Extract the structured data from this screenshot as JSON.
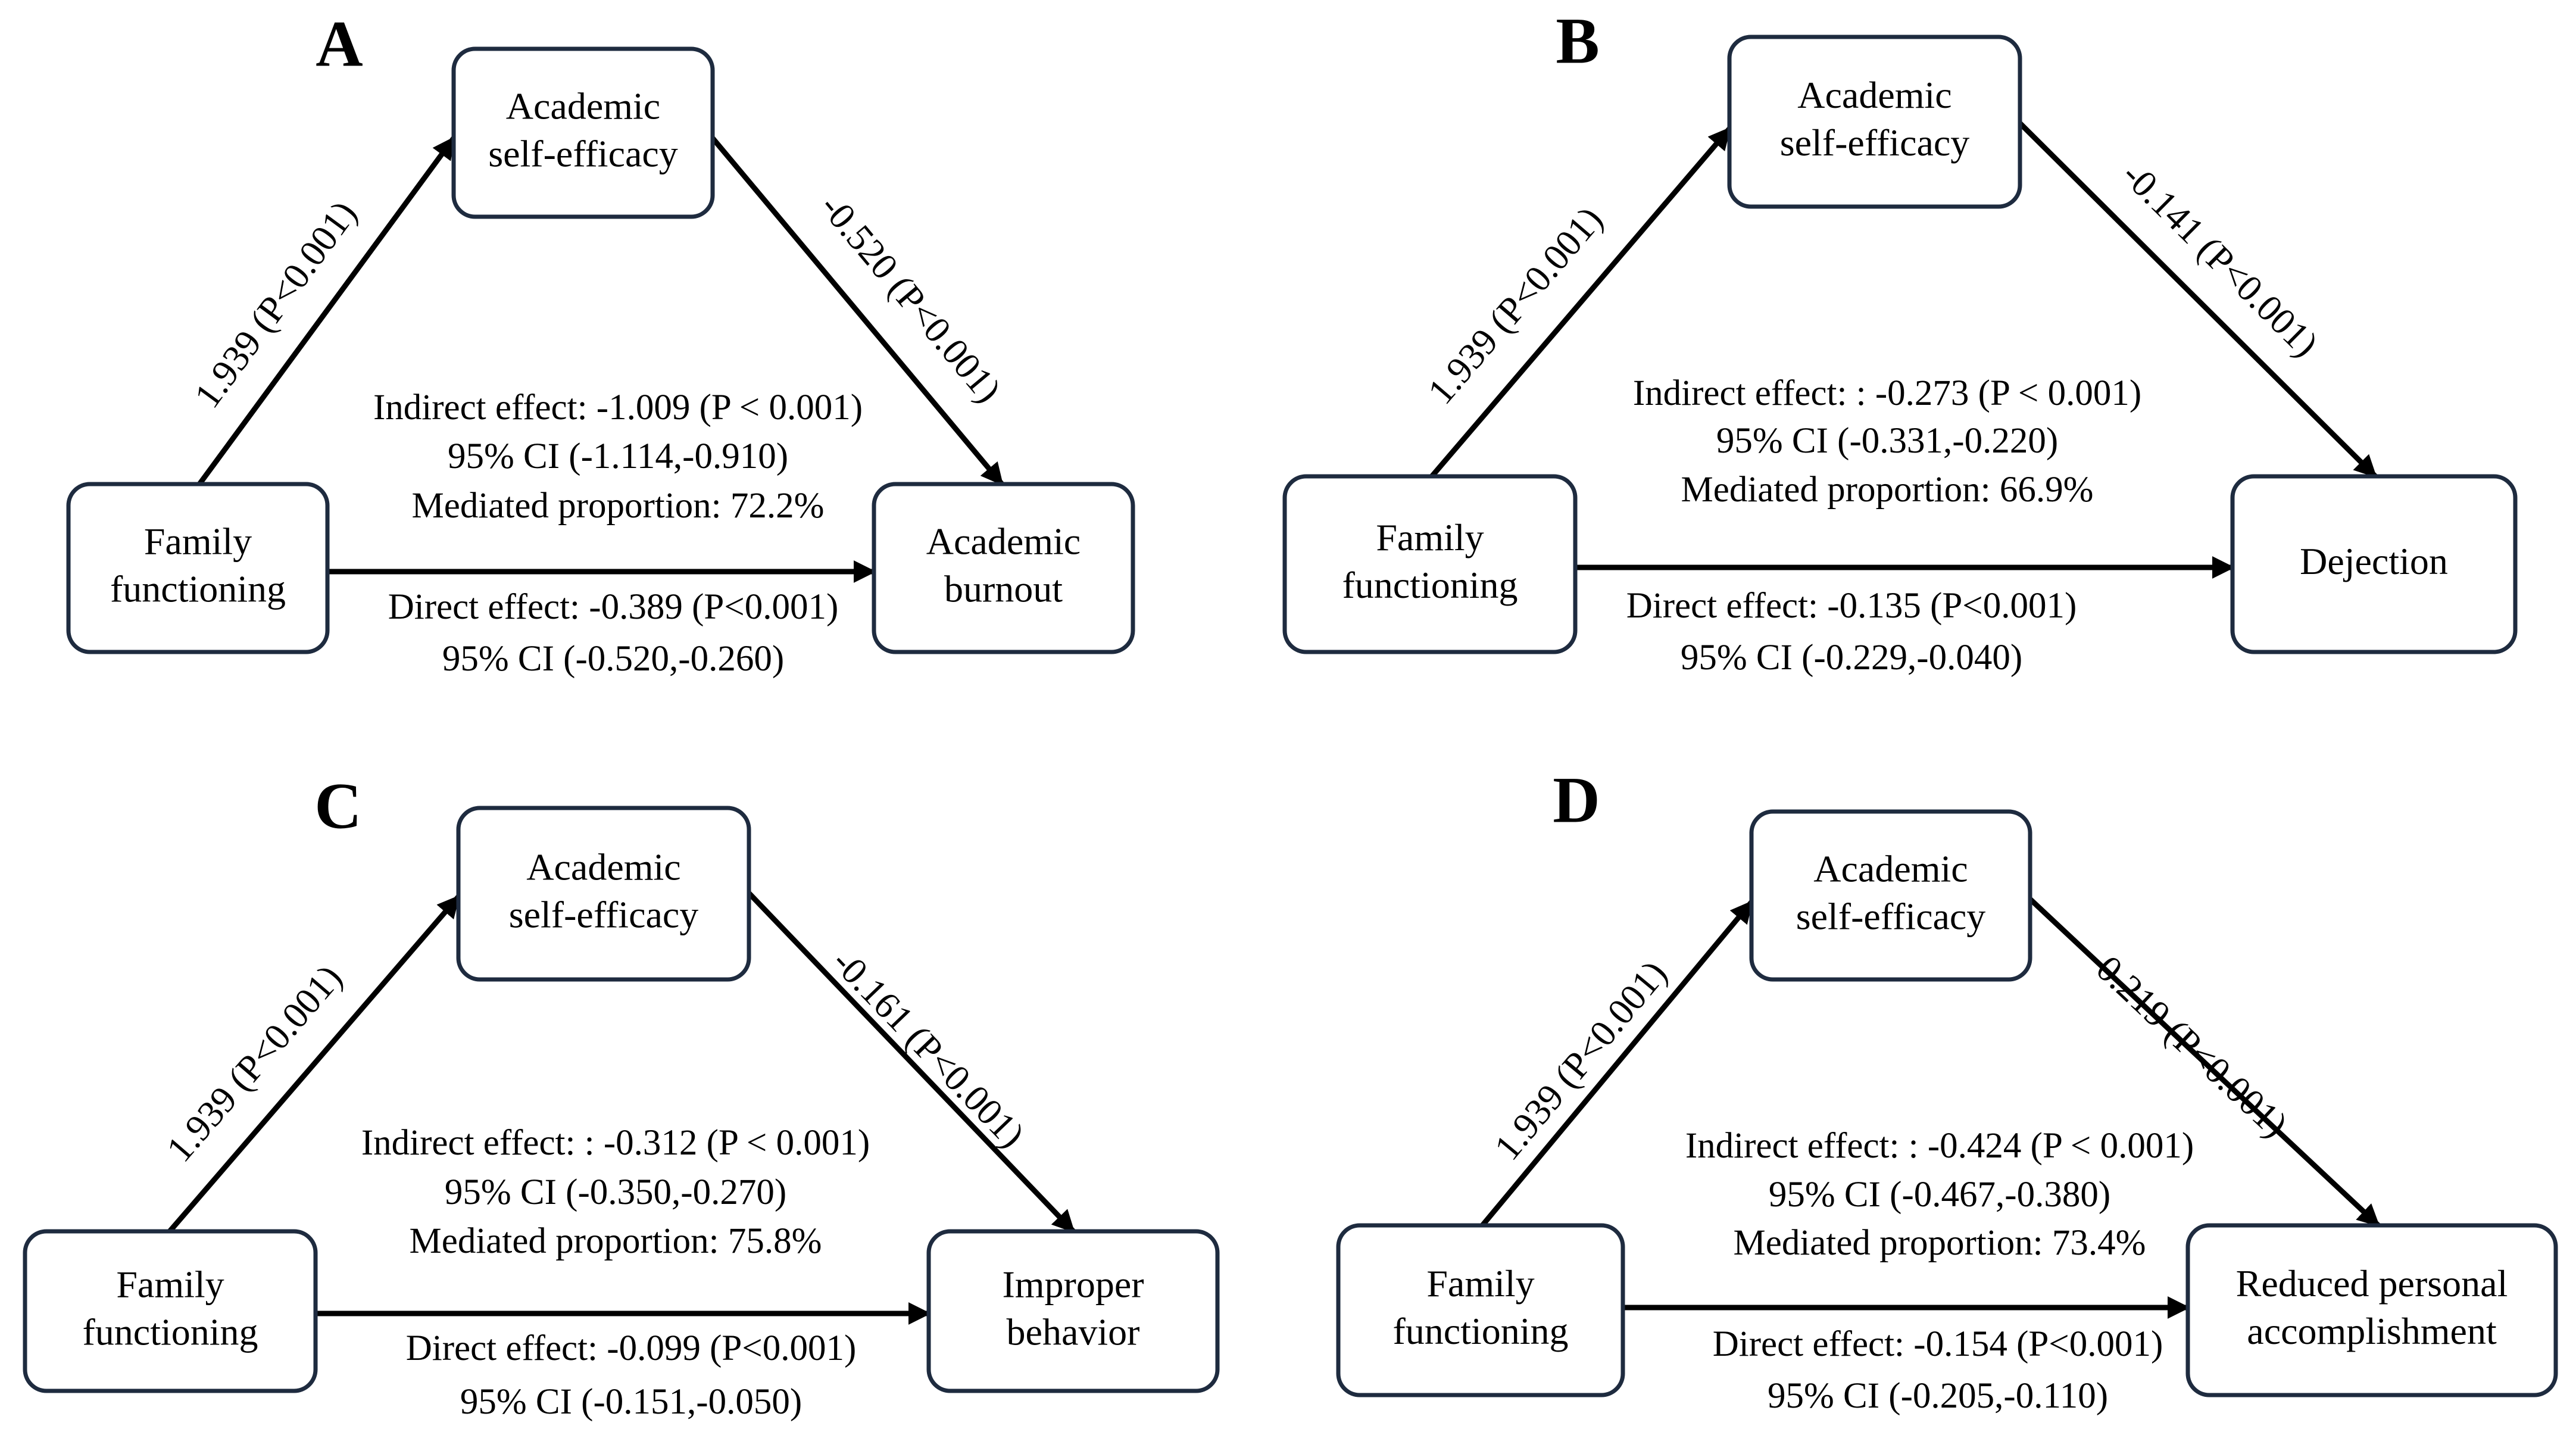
{
  "panels": [
    {
      "letter": "A",
      "mediator": [
        "Academic",
        "self-efficacy"
      ],
      "predictor": [
        "Family",
        "functioning"
      ],
      "outcome": [
        "Academic",
        "burnout"
      ],
      "path_a": "1.939 (P<0.001)",
      "path_b": "-0.520 (P<0.001)",
      "indirect": [
        "Indirect effect: -1.009 (P < 0.001)",
        "95% CI (-1.114,-0.910)",
        "Mediated proportion: 72.2%"
      ],
      "direct": [
        "Direct effect: -0.389 (P<0.001)",
        "95% CI (-0.520,-0.260)"
      ]
    },
    {
      "letter": "B",
      "mediator": [
        "Academic",
        "self-efficacy"
      ],
      "predictor": [
        "Family",
        "functioning"
      ],
      "outcome": [
        "Dejection"
      ],
      "path_a": "1.939 (P<0.001)",
      "path_b": "-0.141 (P<0.001)",
      "indirect": [
        "Indirect effect: : -0.273 (P < 0.001)",
        "95% CI (-0.331,-0.220)",
        "Mediated proportion: 66.9%"
      ],
      "direct": [
        "Direct effect: -0.135 (P<0.001)",
        "95% CI (-0.229,-0.040)"
      ]
    },
    {
      "letter": "C",
      "mediator": [
        "Academic",
        "self-efficacy"
      ],
      "predictor": [
        "Family",
        "functioning"
      ],
      "outcome": [
        "Improper",
        "behavior"
      ],
      "path_a": "1.939 (P<0.001)",
      "path_b": "-0.161 (P<0.001)",
      "indirect": [
        "Indirect effect: : -0.312 (P < 0.001)",
        "95% CI (-0.350,-0.270)",
        "Mediated proportion: 75.8%"
      ],
      "direct": [
        "Direct effect: -0.099 (P<0.001)",
        "95% CI (-0.151,-0.050)"
      ]
    },
    {
      "letter": "D",
      "mediator": [
        "Academic",
        "self-efficacy"
      ],
      "predictor": [
        "Family",
        "functioning"
      ],
      "outcome": [
        "Reduced personal",
        "accomplishment"
      ],
      "path_a": "1.939 (P<0.001)",
      "path_b": "-0.219 (P<0.001)",
      "indirect": [
        "Indirect effect: : -0.424 (P < 0.001)",
        "95% CI (-0.467,-0.380)",
        "Mediated proportion: 73.4%"
      ],
      "direct": [
        "Direct effect: -0.154 (P<0.001)",
        "95% CI (-0.205,-0.110)"
      ]
    }
  ],
  "colors": {
    "box_stroke": "#1e2b3f",
    "arrow": "#000000",
    "text": "#000000"
  }
}
